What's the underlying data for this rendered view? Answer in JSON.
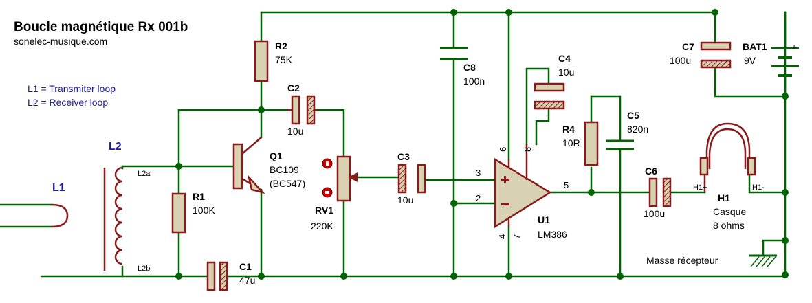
{
  "title": "Boucle magnétique Rx 001b",
  "subtitle": "sonelec-musique.com",
  "legend": [
    "L1 = Transmiter loop",
    "L2 = Receiver loop"
  ],
  "colors": {
    "wire": "#006400",
    "component": "#8b1a1a",
    "body": "#d9d2b2",
    "text_blue": "#1a1aa8",
    "node": "#006400",
    "probe": "#cc0000"
  },
  "loops": {
    "l1": "L1",
    "l2": "L2",
    "l2a": "L2a",
    "l2b": "L2b"
  },
  "components": {
    "r1": {
      "ref": "R1",
      "value": "100K"
    },
    "r2": {
      "ref": "R2",
      "value": "75K"
    },
    "r4": {
      "ref": "R4",
      "value": "10R"
    },
    "c1": {
      "ref": "C1",
      "value": "47u"
    },
    "c2": {
      "ref": "C2",
      "value": "10u"
    },
    "c3": {
      "ref": "C3",
      "value": "10u"
    },
    "c4": {
      "ref": "C4",
      "value": "10u"
    },
    "c5": {
      "ref": "C5",
      "value": "820n"
    },
    "c6": {
      "ref": "C6",
      "value": "100u"
    },
    "c7": {
      "ref": "C7",
      "value": "100u"
    },
    "c8": {
      "ref": "C8",
      "value": "100n"
    },
    "q1": {
      "ref": "Q1",
      "value": "BC109",
      "alt": "(BC547)"
    },
    "rv1": {
      "ref": "RV1",
      "value": "220K"
    },
    "u1": {
      "ref": "U1",
      "value": "LM386",
      "pins": [
        "6",
        "8",
        "3",
        "2",
        "5",
        "4",
        "7"
      ]
    },
    "h1": {
      "ref": "H1",
      "value": "Casque",
      "impedance": "8 ohms",
      "plus": "H1+",
      "minus": "H1-"
    },
    "bat1": {
      "ref": "BAT1",
      "value": "9V",
      "plus": "+"
    }
  },
  "ground_label": "Masse récepteur"
}
